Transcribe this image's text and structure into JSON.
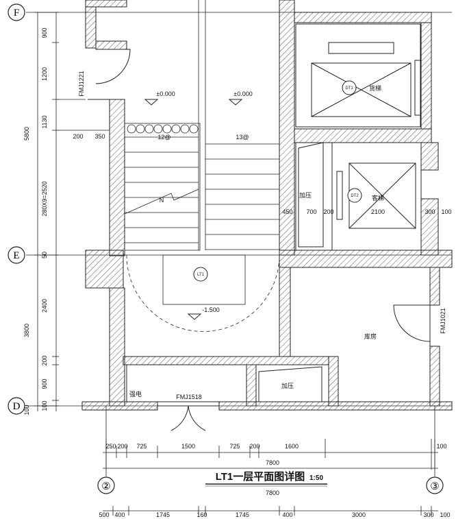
{
  "drawing": {
    "title": "LT1一层平面图详图",
    "scale": "1:50",
    "axes": {
      "F": "F",
      "E": "E",
      "D": "D",
      "c2": "②",
      "c3": "③"
    },
    "elev_labels": {
      "a": "±0.000",
      "b": "±0.000",
      "c": "-1.500"
    },
    "room_labels": {
      "elevator1": "货梯",
      "elevator2": "客梯",
      "pressure_left": "加压",
      "pressure_bottom": "加压",
      "storage": "库房",
      "power": "强电",
      "up": "N",
      "tag1": "DT1",
      "tag2": "DT2",
      "tag3": "LT1"
    },
    "door_labels": {
      "fm1221": "FMJ1221",
      "fm1021": "FMJ1021",
      "fm1518": "FMJ1518"
    },
    "stair_labels": {
      "s1": "12@",
      "s2": "13@"
    },
    "left_dims": {
      "d900a": "900",
      "d1200": "1200",
      "d1130": "1130",
      "d5800": "5800",
      "d2520": "280X9=2520",
      "d60": "50",
      "d2400": "2400",
      "d3800": "3800",
      "d200": "200",
      "d900b": "900",
      "d100a": "100",
      "d100b": "100"
    },
    "inner_dims": {
      "d200h": "200",
      "d350": "350",
      "d450": "450",
      "d700": "700",
      "d200v": "200",
      "d2100": "2100",
      "d300": "300",
      "d100r": "100"
    },
    "bottom_dims1": [
      "250",
      "200",
      "725",
      "1500",
      "725",
      "200",
      "1600",
      "100"
    ],
    "total1": "7800",
    "total2": "7800",
    "bottom_dims2": [
      "500",
      "400",
      "1745",
      "160",
      "1745",
      "400",
      "3000",
      "300",
      "100"
    ]
  }
}
